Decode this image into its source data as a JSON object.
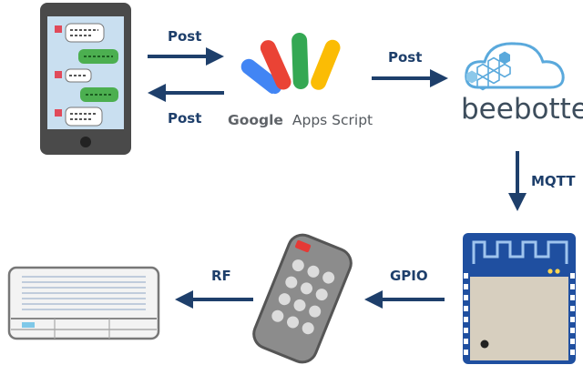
{
  "labels": {
    "post_1": "Post",
    "post_2": "Post",
    "post_3": "Post",
    "mqtt": "MQTT",
    "gpio": "GPIO",
    "rf": "RF"
  },
  "brands": {
    "gas_google": "Google",
    "gas_rest": "Apps Script",
    "beebotte": "beebotte"
  },
  "colors": {
    "arrow": "#1e3f6b",
    "gas_blue": "#4285f4",
    "gas_green": "#34a853",
    "gas_yellow": "#fbbc04",
    "gas_red": "#ea4335",
    "cloud_blue": "#5aa9dc",
    "chip_blue": "#1f4fa0"
  },
  "icons": [
    "smartphone-chat-icon",
    "google-apps-script-logo",
    "beebotte-cloud-logo",
    "esp-module-chip-icon",
    "remote-control-icon",
    "air-conditioner-icon"
  ]
}
